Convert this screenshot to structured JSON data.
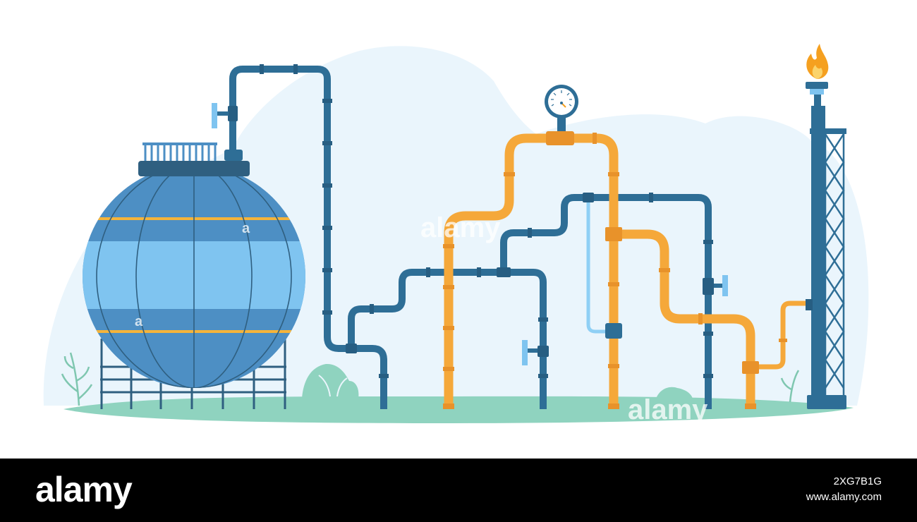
{
  "footer": {
    "brand_logo": "alamy",
    "image_id": "2XG7B1G",
    "site_url": "www.alamy.com"
  },
  "watermarks": [
    "alamy",
    "a",
    "alamy",
    "a"
  ],
  "palette": {
    "pipe_blue": "#2e6e96",
    "pipe_blue_joint": "#275e82",
    "pipe_yellow": "#f5a83a",
    "pipe_yellow_joint": "#e8922a",
    "thin_pipe": "#8fd0f5",
    "tank_body": "#4d8fc4",
    "tank_band": "#7fc4f0",
    "tank_dark": "#2f5f80",
    "ground": "#8fd3bf",
    "background_blob": "#eaf5fc",
    "flame": "#f5a020",
    "plant": "#7fc7b0"
  },
  "icons": [
    "spherical-gas-tank-icon",
    "valve-icon",
    "pressure-gauge-icon",
    "flare-stack-icon",
    "flame-icon",
    "plant-icon"
  ]
}
